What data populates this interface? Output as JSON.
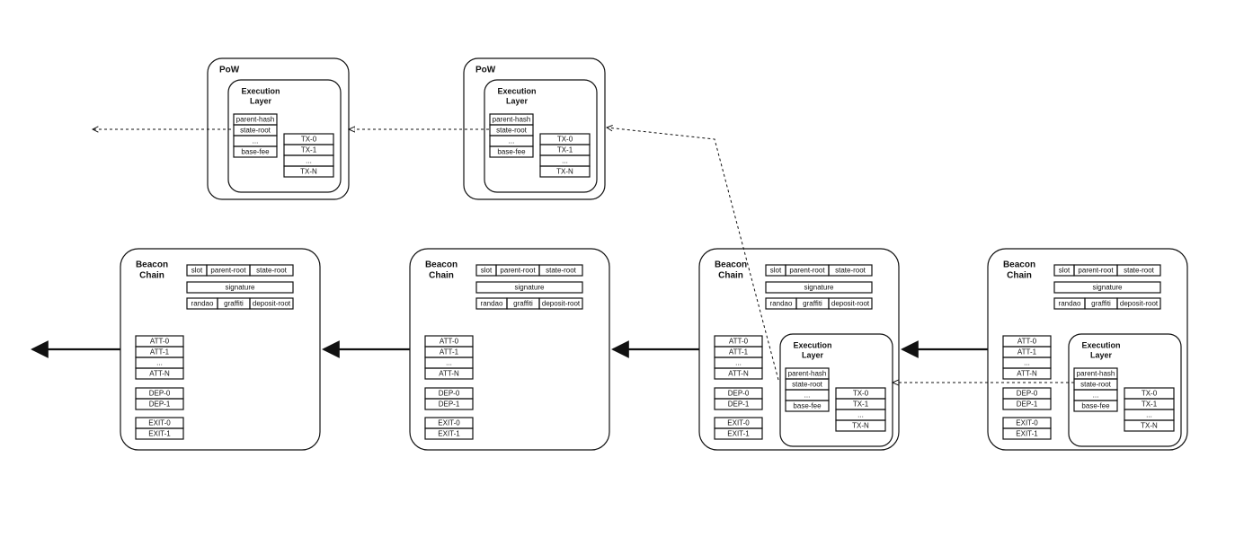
{
  "pow_blocks": [
    {
      "title": "PoW",
      "execution": {
        "title_line1": "Execution",
        "title_line2": "Layer",
        "header_fields": [
          "parent-hash",
          "state-root",
          "...",
          "base-fee"
        ],
        "transactions": [
          "TX-0",
          "TX-1",
          "...",
          "TX-N"
        ]
      }
    },
    {
      "title": "PoW",
      "execution": {
        "title_line1": "Execution",
        "title_line2": "Layer",
        "header_fields": [
          "parent-hash",
          "state-root",
          "...",
          "base-fee"
        ],
        "transactions": [
          "TX-0",
          "TX-1",
          "...",
          "TX-N"
        ]
      }
    }
  ],
  "beacon_blocks": [
    {
      "title_line1": "Beacon",
      "title_line2": "Chain",
      "row1": [
        "slot",
        "parent-root",
        "state-root"
      ],
      "signature": "signature",
      "row3": [
        "randao",
        "graffiti",
        "deposit-root"
      ],
      "attestations": [
        "ATT-0",
        "ATT-1",
        "...",
        "ATT-N"
      ],
      "deposits": [
        "DEP-0",
        "DEP-1"
      ],
      "exits": [
        "EXIT-0",
        "EXIT-1"
      ]
    },
    {
      "title_line1": "Beacon",
      "title_line2": "Chain",
      "row1": [
        "slot",
        "parent-root",
        "state-root"
      ],
      "signature": "signature",
      "row3": [
        "randao",
        "graffiti",
        "deposit-root"
      ],
      "attestations": [
        "ATT-0",
        "ATT-1",
        "...",
        "ATT-N"
      ],
      "deposits": [
        "DEP-0",
        "DEP-1"
      ],
      "exits": [
        "EXIT-0",
        "EXIT-1"
      ]
    },
    {
      "title_line1": "Beacon",
      "title_line2": "Chain",
      "row1": [
        "slot",
        "parent-root",
        "state-root"
      ],
      "signature": "signature",
      "row3": [
        "randao",
        "graffiti",
        "deposit-root"
      ],
      "attestations": [
        "ATT-0",
        "ATT-1",
        "...",
        "ATT-N"
      ],
      "deposits": [
        "DEP-0",
        "DEP-1"
      ],
      "exits": [
        "EXIT-0",
        "EXIT-1"
      ],
      "execution": {
        "title_line1": "Execution",
        "title_line2": "Layer",
        "header_fields": [
          "parent-hash",
          "state-root",
          "...",
          "base-fee"
        ],
        "transactions": [
          "TX-0",
          "TX-1",
          "...",
          "TX-N"
        ]
      }
    },
    {
      "title_line1": "Beacon",
      "title_line2": "Chain",
      "row1": [
        "slot",
        "parent-root",
        "state-root"
      ],
      "signature": "signature",
      "row3": [
        "randao",
        "graffiti",
        "deposit-root"
      ],
      "attestations": [
        "ATT-0",
        "ATT-1",
        "...",
        "ATT-N"
      ],
      "deposits": [
        "DEP-0",
        "DEP-1"
      ],
      "exits": [
        "EXIT-0",
        "EXIT-1"
      ],
      "execution": {
        "title_line1": "Execution",
        "title_line2": "Layer",
        "header_fields": [
          "parent-hash",
          "state-root",
          "...",
          "base-fee"
        ],
        "transactions": [
          "TX-0",
          "TX-1",
          "...",
          "TX-N"
        ]
      }
    }
  ],
  "colors": {
    "stroke": "#111111",
    "background": "#ffffff"
  }
}
